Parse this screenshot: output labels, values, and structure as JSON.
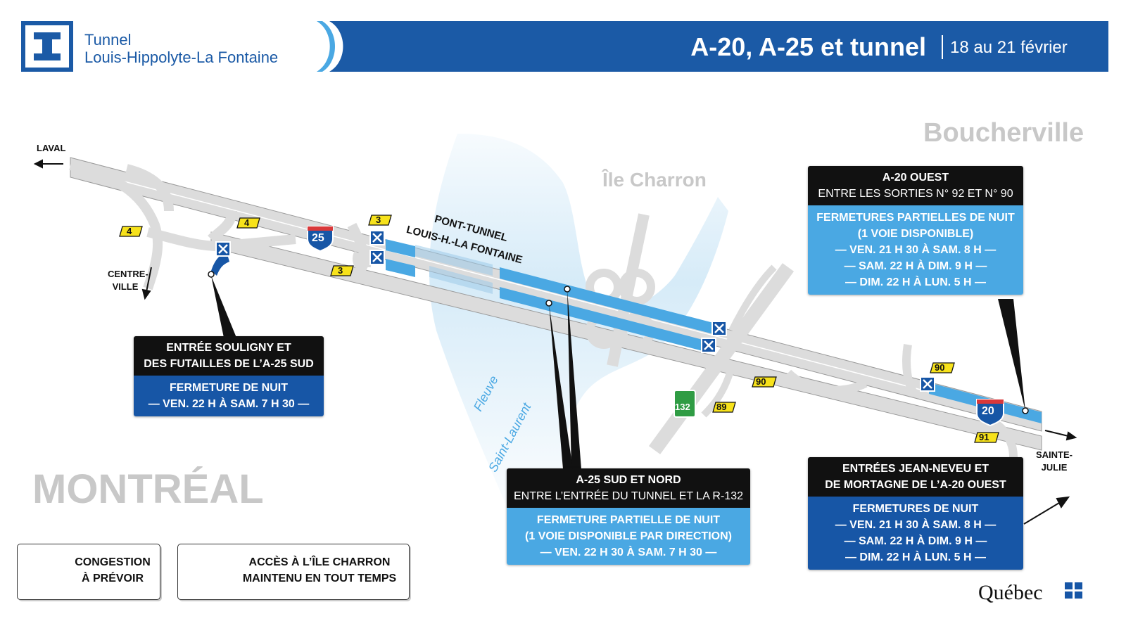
{
  "header": {
    "logo_line1": "Tunnel",
    "logo_line2": "Louis-Hippolyte-La Fontaine",
    "title": "A-20, A-25 et tunnel",
    "date": "18 au 21 février"
  },
  "places": {
    "boucherville": "Boucherville",
    "ile_charron": "Île Charron",
    "montreal": "MONTRÉAL",
    "fleuve_line1": "Fleuve",
    "fleuve_line2": "Saint-Laurent",
    "pont_line1": "PONT-TUNNEL",
    "pont_line2": "LOUIS-H.-LA FONTAINE"
  },
  "directions": {
    "laval": "LAVAL",
    "centre_ville_line1": "CENTRE-",
    "centre_ville_line2": "VILLE",
    "sainte_julie_line1": "SAINTE-",
    "sainte_julie_line2": "JULIE"
  },
  "exits": {
    "e3a": "3",
    "e3b": "3",
    "e4a": "4",
    "e4b": "4",
    "e89": "89",
    "e90a": "90",
    "e90b": "90",
    "e91": "91"
  },
  "shields": {
    "a25": "25",
    "a20": "20",
    "r132": "132"
  },
  "callouts": {
    "soul": {
      "title_line1": "ENTRÉE SOULIGNY ET",
      "title_line2": "DES FUTAILLES DE L’A-25 SUD",
      "body_line1": "FERMETURE DE NUIT",
      "body_line2": "— VEN. 22 H À SAM. 7 H 30 —"
    },
    "a25": {
      "title_line1": "A-25 SUD ET NORD",
      "title_line2": "ENTRE L’ENTRÉE DU TUNNEL ET LA R-132",
      "body_line1": "FERMETURE PARTIELLE DE NUIT",
      "body_line2": "(1 VOIE DISPONIBLE PAR DIRECTION)",
      "body_line3": "— VEN. 22 H 30 À SAM. 7 H 30 —"
    },
    "a20w": {
      "title_line1": "A-20 OUEST",
      "title_line2": "ENTRE LES SORTIES N° 92 ET N° 90",
      "body_line1": "FERMETURES PARTIELLES DE NUIT",
      "body_line2": "(1 VOIE DISPONIBLE)",
      "body_line3": "— VEN. 21 H 30 À SAM. 8 H —",
      "body_line4": "— SAM. 22 H À DIM. 9 H —",
      "body_line5": "— DIM. 22 H À LUN. 5 H —"
    },
    "jn": {
      "title_line1": "ENTRÉES JEAN-NEVEU ET",
      "title_line2": "DE MORTAGNE DE L’A-20 OUEST",
      "body_line1": "FERMETURES DE NUIT",
      "body_line2": "— VEN. 21 H 30 À SAM. 8 H —",
      "body_line3": "— SAM. 22 H À DIM. 9 H —",
      "body_line4": "— DIM. 22 H À LUN. 5 H —"
    }
  },
  "legend": {
    "congestion_line1": "CONGESTION",
    "congestion_line2": "À PRÉVOIR",
    "access_line1": "ACCÈS À L’ÎLE CHARRON",
    "access_line2": "MAINTENU EN TOUT TEMPS"
  },
  "brand": "Québec",
  "colors": {
    "brand_blue": "#1b5aa6",
    "closure_dark": "#1756a6",
    "closure_light": "#4aa8e3",
    "river": "#d6ebf8",
    "road": "#d9d9d9",
    "exit_tag": "#f7e21b",
    "legend_green": "#3aaa35"
  }
}
